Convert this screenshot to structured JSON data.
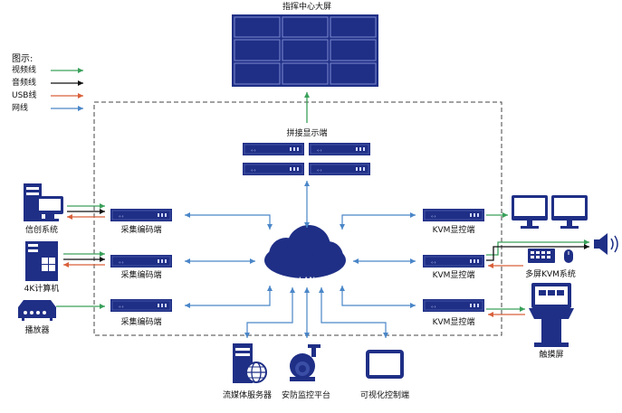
{
  "title": "指挥中心大屏",
  "legend": {
    "heading": "图示:",
    "items": [
      {
        "label": "视频线",
        "color": "#3aa05a"
      },
      {
        "label": "音频线",
        "color": "#111111"
      },
      {
        "label": "USB线",
        "color": "#d9603a"
      },
      {
        "label": "网线",
        "color": "#4a86c8"
      }
    ]
  },
  "nodes": {
    "splice_display": "拼接显示端",
    "lan": "LAN",
    "encoder_1": "采集编码端",
    "encoder_2": "采集编码端",
    "encoder_3": "采集编码端",
    "kvm_1": "KVM显控端",
    "kvm_2": "KVM显控端",
    "kvm_3": "KVM显控端",
    "source_1": "信创系统",
    "source_2": "4K计算机",
    "source_3": "播放器",
    "multi_kvm": "多屏KVM系统",
    "touch": "触摸屏",
    "streaming": "流媒体服务器",
    "security": "安防监控平台",
    "visual_ctrl": "可视化控制端"
  },
  "colors": {
    "navy": "#1f2f86",
    "video": "#3aa05a",
    "audio": "#111111",
    "usb": "#d9603a",
    "net": "#4a86c8",
    "dash": "#444444"
  }
}
